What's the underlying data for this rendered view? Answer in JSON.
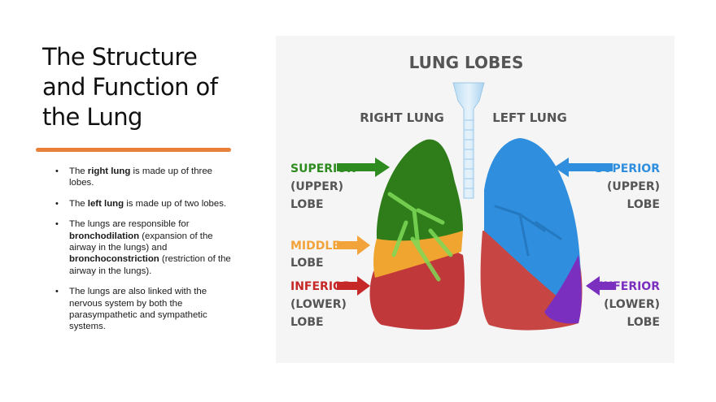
{
  "title_lines": [
    "The Structure",
    "and Function of",
    "the Lung"
  ],
  "bullets": [
    {
      "pre": "The ",
      "bold": "right lung",
      "post": " is made up of three lobes."
    },
    {
      "pre": "The ",
      "bold": "left lung",
      "post": " is made up of two lobes."
    },
    {
      "pre": "The lungs are responsible for ",
      "bold": "bronchodilation",
      "post": " (expansion of the airway in the lungs) and ",
      "bold2": "bronchoconstriction",
      "post2": " (restriction of the airway in the lungs)."
    },
    {
      "pre": "The lungs are also linked with the nervous system by both the parasympathetic and sympathetic systems.",
      "bold": "",
      "post": ""
    }
  ],
  "figure": {
    "heading": "LUNG LOBES",
    "right_lung": "RIGHT LUNG",
    "left_lung": "LEFT LUNG",
    "left_labels": {
      "superior": [
        "SUPERIOR",
        "(UPPER)",
        "LOBE"
      ],
      "middle": [
        "MIDDLE",
        "LOBE"
      ],
      "inferior": [
        "INFERIOR",
        "(LOWER)",
        "LOBE"
      ]
    },
    "right_labels": {
      "superior": [
        "SUPERIOR",
        "(UPPER)",
        "LOBE"
      ],
      "inferior": [
        "INFERIOR",
        "(LOWER)",
        "LOBE"
      ]
    }
  },
  "colors": {
    "accent_rule": "#e8803a",
    "superior_right": "#2e8b1f",
    "middle": "#f2a33a",
    "inferior_right": "#c62828",
    "superior_left": "#2f8fde",
    "inferior_left": "#7b2fbf",
    "label_gray": "#555555"
  }
}
